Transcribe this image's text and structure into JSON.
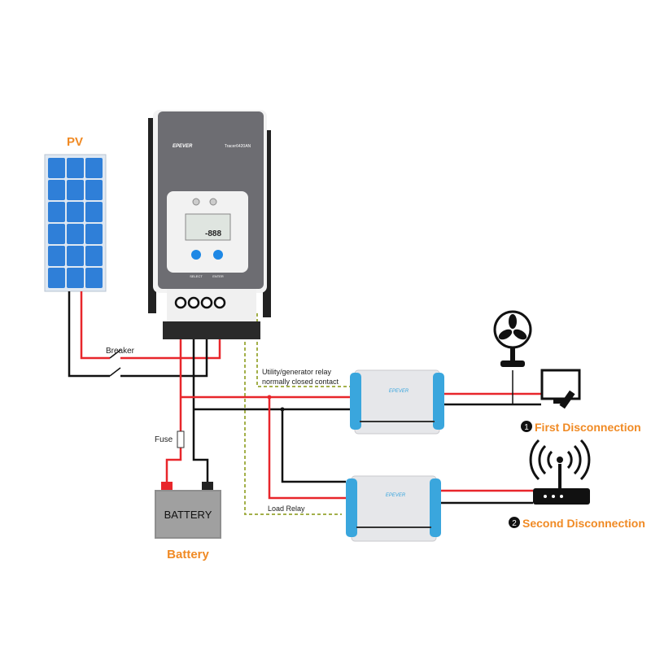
{
  "labels": {
    "pv": "PV",
    "breaker": "Breaker",
    "fuse": "Fuse",
    "battery_box": "BATTERY",
    "battery": "Battery",
    "utility_relay_line1": "Utility/generator relay",
    "utility_relay_line2": "normally closed contact",
    "load_relay": "Load Relay",
    "first_num": "1",
    "first_disconnection": "First Disconnection",
    "second_num": "2",
    "second_disconnection": "Second Disconnection"
  },
  "controller": {
    "brand": "EPEVER",
    "model": "Tracer6420AN",
    "display": "-888",
    "select_label": "SELECT",
    "enter_label": "ENTER"
  },
  "inverters": [
    {
      "brand": "EPEVER"
    },
    {
      "brand": "EPEVER"
    }
  ],
  "colors": {
    "accent": "#f08a24",
    "positive_wire": "#e8262b",
    "negative_wire": "#111111",
    "relay_wire": "#a3b04a",
    "panel_blue": "#2f7fd8",
    "inverter_blue": "#3aa6dd"
  }
}
